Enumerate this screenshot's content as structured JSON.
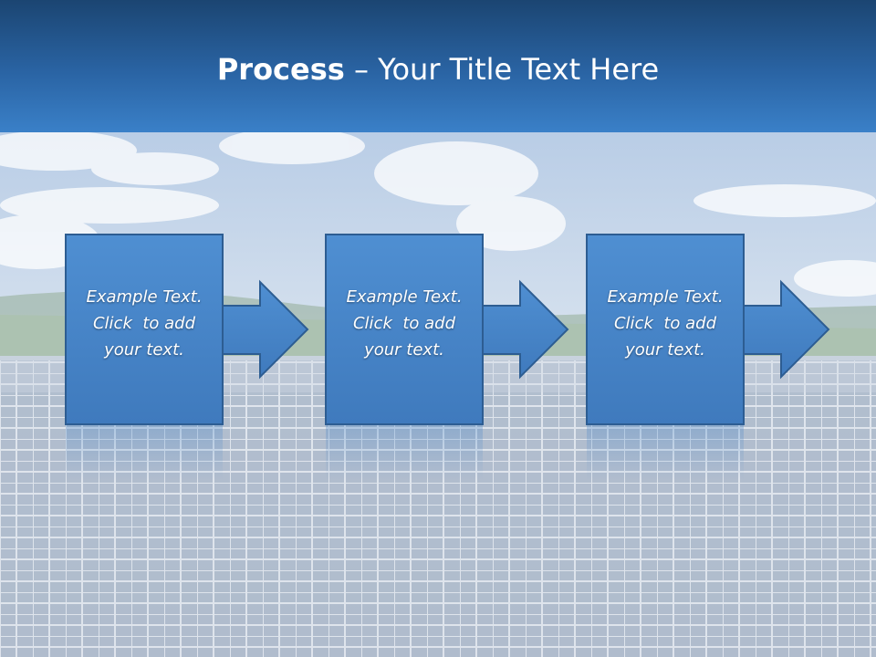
{
  "slide": {
    "title_bold": "Process",
    "title_rest": " – Your Title Text Here"
  },
  "steps": [
    {
      "line1": "Example Text.",
      "line2": "Click  to add",
      "line3": "your text."
    },
    {
      "line1": "Example Text.",
      "line2": "Click  to add",
      "line3": "your text."
    },
    {
      "line1": "Example Text.",
      "line2": "Click  to add",
      "line3": "your text."
    }
  ],
  "colors": {
    "header": "#2a64a4",
    "box_fill": "#4a87c9",
    "box_border": "#2d5d92",
    "text": "#ffffff"
  },
  "background": {
    "description_icon": "solar-panel-field-photo"
  }
}
